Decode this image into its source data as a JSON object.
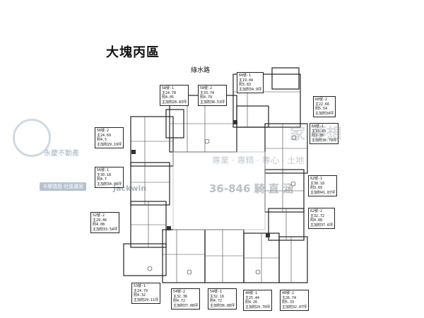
{
  "title": "大塊丙區",
  "road_label": "綠水路",
  "units": [
    {
      "id": "60號-1",
      "lines": [
        "60號-1",
        "主19.04",
        "附3.83",
        "主加附34.9坪"
      ]
    },
    {
      "id": "60號-2",
      "lines": [
        "60號-2",
        "主22.66",
        "附5.54",
        "主加附34坪"
      ]
    },
    {
      "id": "58號-1",
      "lines": [
        "58號-1",
        "主24.78",
        "附4.05",
        "主加附28.83坪"
      ]
    },
    {
      "id": "58號-2",
      "lines": [
        "58號-2",
        "主33.74",
        "附4.79",
        "主加附38.53坪"
      ]
    },
    {
      "id": "56號-2",
      "lines": [
        "56號-2",
        "主24.69",
        "附4.5",
        "主加附29.19坪"
      ]
    },
    {
      "id": "56號-1",
      "lines": [
        "56號-1",
        "主30.18",
        "附4.7",
        "主加附34.88坪"
      ]
    },
    {
      "id": "52號-2",
      "lines": [
        "52號-2",
        "主29.46",
        "附4.08",
        "主加附33.54坪"
      ]
    },
    {
      "id": "64號-1",
      "lines": [
        "64號-1",
        "主33.43",
        "附3.36",
        "主加附36.79坪"
      ]
    },
    {
      "id": "62號-1",
      "lines": [
        "62號-1",
        "主38.18",
        "附3.69",
        "主加附41.87坪"
      ]
    },
    {
      "id": "62號-2",
      "lines": [
        "62號-2",
        "主32.72",
        "附4.88",
        "主加附37.6坪"
      ]
    },
    {
      "id": "53號-1",
      "lines": [
        "53號-1",
        "主24.79",
        "附4.32",
        "主加附29.11坪"
      ]
    },
    {
      "id": "54號-2",
      "lines": [
        "54號-2",
        "主32.36",
        "附4.72",
        "主加附37.08坪"
      ]
    },
    {
      "id": "54號-1",
      "lines": [
        "54號-1",
        "主32.16",
        "附4.72",
        "主加附36.88坪"
      ]
    },
    {
      "id": "48號-1",
      "lines": [
        "48號-1",
        "主25.44",
        "附4.26",
        "主加附29.70坪"
      ]
    },
    {
      "id": "48號-2",
      "lines": [
        "48號-2",
        "主26.74",
        "附5.33",
        "主加附32.07坪"
      ]
    }
  ],
  "watermark": {
    "brand": "永慶不動產",
    "tag": "卡樂瑞島 社區專家",
    "name": "Jackwin",
    "tags2": "專業 · 專精 · 專心 · 土地",
    "phone": "36-846 騎 直 涵",
    "right": "家 夢想"
  }
}
